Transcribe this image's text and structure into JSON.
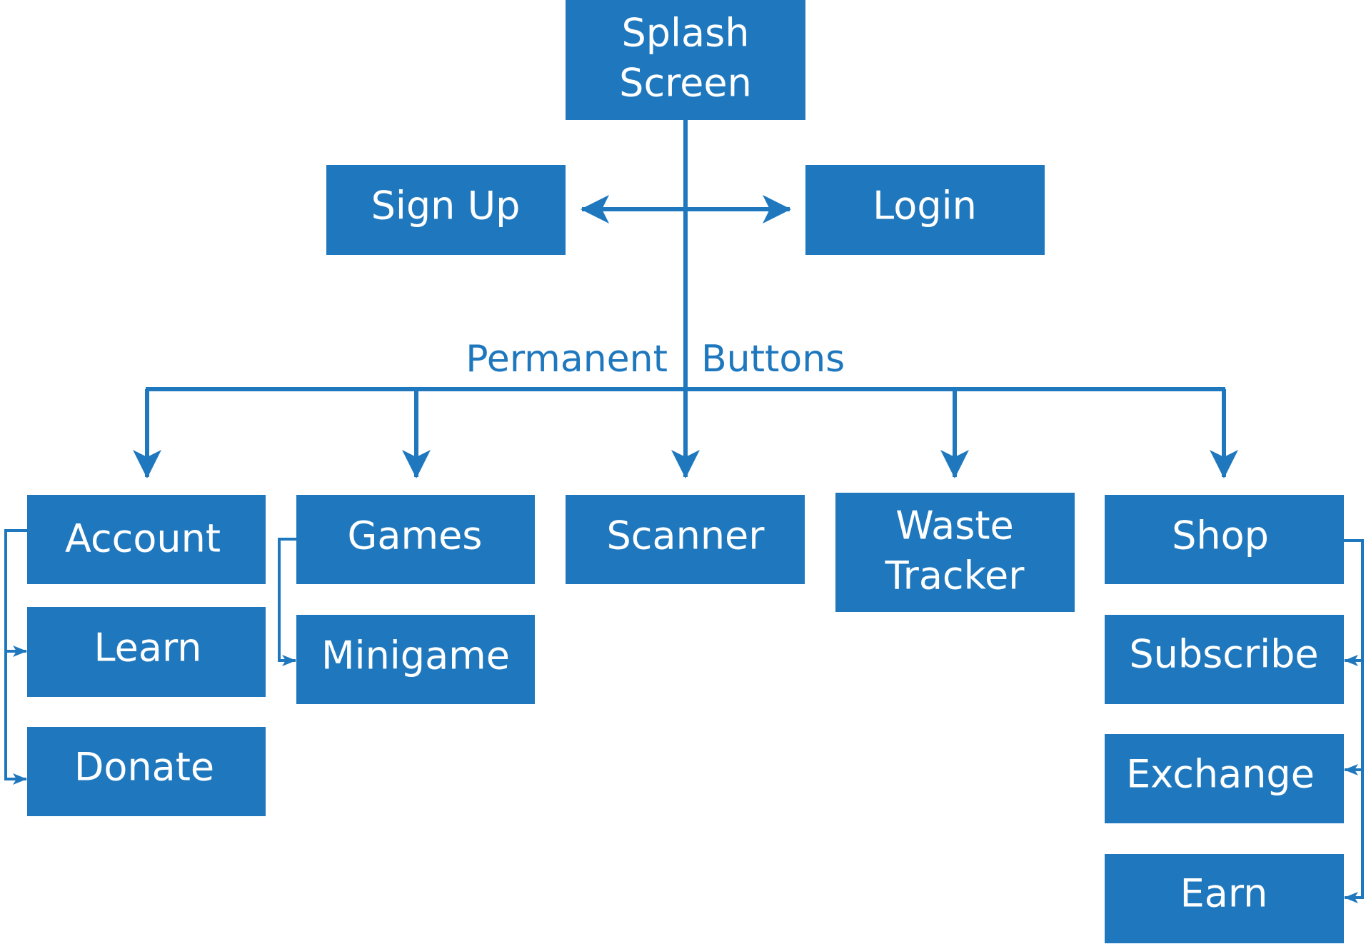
{
  "colors": {
    "node_fill": "#1f78be",
    "node_text": "#ffffff",
    "connector": "#1f78be",
    "background": "#ffffff"
  },
  "nodes": {
    "splash": {
      "line1": "Splash",
      "line2": "Screen"
    },
    "signup": {
      "label": "Sign Up"
    },
    "login": {
      "label": "Login"
    },
    "account": {
      "label": "Account"
    },
    "games": {
      "label": "Games"
    },
    "scanner": {
      "label": "Scanner"
    },
    "waste": {
      "line1": "Waste",
      "line2": "Tracker"
    },
    "shop": {
      "label": "Shop"
    },
    "learn": {
      "label": "Learn"
    },
    "donate": {
      "label": "Donate"
    },
    "minigame": {
      "label": "Minigame"
    },
    "subscribe": {
      "label": "Subscribe"
    },
    "exchange": {
      "label": "Exchange"
    },
    "earn": {
      "label": "Earn"
    }
  },
  "edge_labels": {
    "permanent": "Permanent",
    "buttons": "Buttons"
  }
}
